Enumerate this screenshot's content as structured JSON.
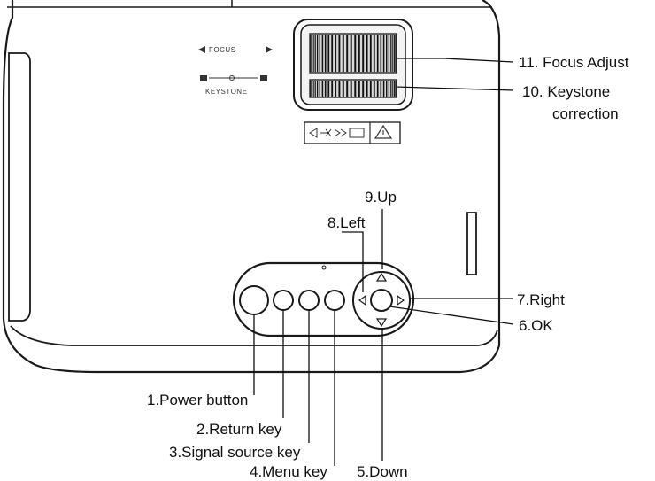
{
  "panel": {
    "focus_legend": "FOCUS",
    "keystone_legend": "KEYSTONE"
  },
  "callouts": {
    "focus_adjust": "11. Focus Adjust",
    "keystone_line1": "10. Keystone",
    "keystone_line2": "correction",
    "up": "9.Up",
    "left": "8.Left",
    "right": "7.Right",
    "ok": "6.OK",
    "power": "1.Power button",
    "return": "2.Return key",
    "source": "3.Signal source key",
    "menu": "4.Menu key",
    "down": "5.Down"
  }
}
